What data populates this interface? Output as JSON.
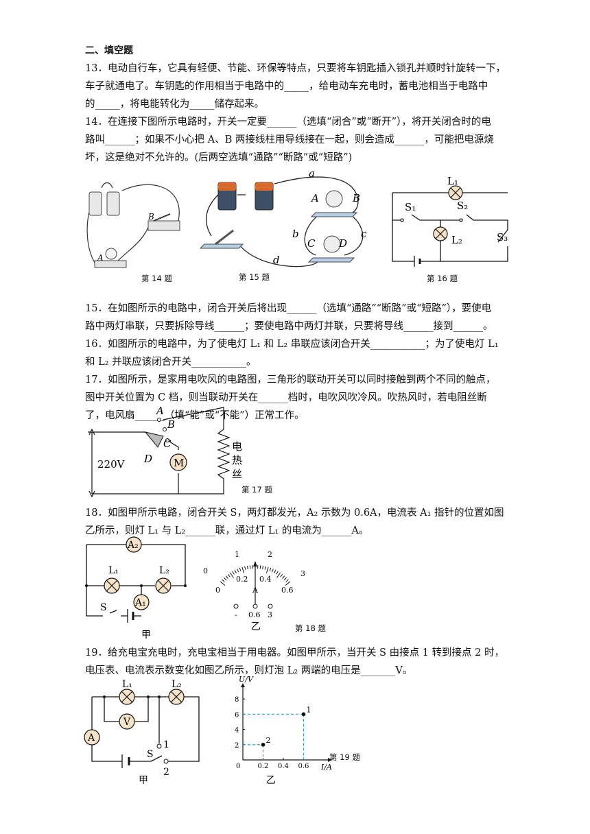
{
  "section_title": "二、填空题",
  "q13": {
    "l1": "13．电动自行车，它具有轻便、节能、环保等特点，只要将车钥匙插入锁孔并顺时针旋转一下，",
    "l2": "车子就通电了。车钥匙的作用相当于电路中的_____，给电动车充电时，蓄电池相当于电路中",
    "l3": "的_____，将电能转化为_____储存起来。"
  },
  "q14": {
    "l1": "14．在连接下图所示电路时，开关一定要______（选填“闭合”或“断开”），将开关闭合时的电",
    "l2": "路叫______；如果不小心把 A、B 两接线柱用导线接在一起，则会造成______，可能把电源烧",
    "l3": "坏，这是绝对不允许的。(后两空选填“通路”“断路”或“短路”)"
  },
  "fig14": {
    "caption": "第 14 题",
    "A": "A",
    "B": "B"
  },
  "fig15": {
    "caption": "第 15 题",
    "a": "a",
    "b": "b",
    "c": "c",
    "d": "d",
    "A": "A",
    "B": "B",
    "C": "C",
    "D": "D"
  },
  "fig16": {
    "caption": "第 16 题",
    "L1": "L₁",
    "L2": "L₂",
    "S1": "S₁",
    "S2": "S₂",
    "S3": "S₃"
  },
  "q15": {
    "l1": "15．在如图所示的电路中，闭合开关后将出现______（选填“通路”“断路”或“短路”），要使电",
    "l2": "路中两灯串联，只要拆除导线______；要使电路中两灯并联，只要将导线______接到______。"
  },
  "q16": {
    "l1": "16．如图所示的电路中，为了使电灯 L₁ 和 L₂ 串联应该闭合开关___________；为了使电灯 L₁",
    "l2": "和 L₂ 并联应该闭合开关___________。"
  },
  "q17": {
    "l1": "17．如图所示，是家用电吹风的电路图，三角形的联动开关可以同时接触到两个不同的触点，",
    "l2": "图中开关位置为 C 档，则当联动开关在______档时，电吹风吹冷风。吹热风时，若电阻丝断",
    "l3": "了，电风扇______（填“能”或“不能”）正常工作。"
  },
  "fig17": {
    "caption": "第 17 题",
    "voltage": "220V",
    "A": "A",
    "B": "B",
    "C": "C",
    "D": "D",
    "motor": "M",
    "heater1": "电",
    "heater2": "热",
    "heater3": "丝"
  },
  "q18": {
    "l1": "18．如图甲所示电路，闭合开关 S，两灯都发光，A₂ 示数为 0.6A，电流表 A₁ 指针的位置如图",
    "l2": "乙所示，则灯 L₁ 与 L₂______联，通过灯 L₁ 的电流为______A。"
  },
  "fig18": {
    "caption": "第 18 题",
    "jia": "甲",
    "yi": "乙",
    "A1": "A₁",
    "A2": "A₂",
    "L1": "L₁",
    "L2": "L₂",
    "S": "S",
    "outer_scale": [
      "0",
      "1",
      "2",
      "3"
    ],
    "inner_scale": [
      "0",
      "0.2",
      "0.4",
      "0.6"
    ],
    "unit": "A",
    "terminals": [
      "-",
      "0.6",
      "3"
    ]
  },
  "q19": {
    "l1": "19．给充电宝充电时，充电宝相当于用电器。如图甲所示，当开关 S 由接点 1 转到接点 2 时，",
    "l2": "电压表、电流表示数变化如图乙所示，则灯泡 L₂ 两端的电压是_______V。"
  },
  "fig19": {
    "caption": "第 19 题",
    "jia": "甲",
    "yi": "乙",
    "L1": "L₁",
    "L2": "L₂",
    "V": "V",
    "A": "A",
    "S": "S",
    "p1": "1",
    "p2": "2"
  },
  "chart_data": {
    "type": "scatter",
    "xlabel": "I/A",
    "ylabel": "U/V",
    "x_ticks": [
      "0.2",
      "0.4",
      "0.6"
    ],
    "y_ticks": [
      "2",
      "4",
      "6",
      "8"
    ],
    "origin_label": "0",
    "xlim": [
      0,
      0.8
    ],
    "ylim": [
      0,
      9
    ],
    "points": [
      {
        "label": "1",
        "x": 0.6,
        "y": 6
      },
      {
        "label": "2",
        "x": 0.2,
        "y": 2
      }
    ]
  }
}
